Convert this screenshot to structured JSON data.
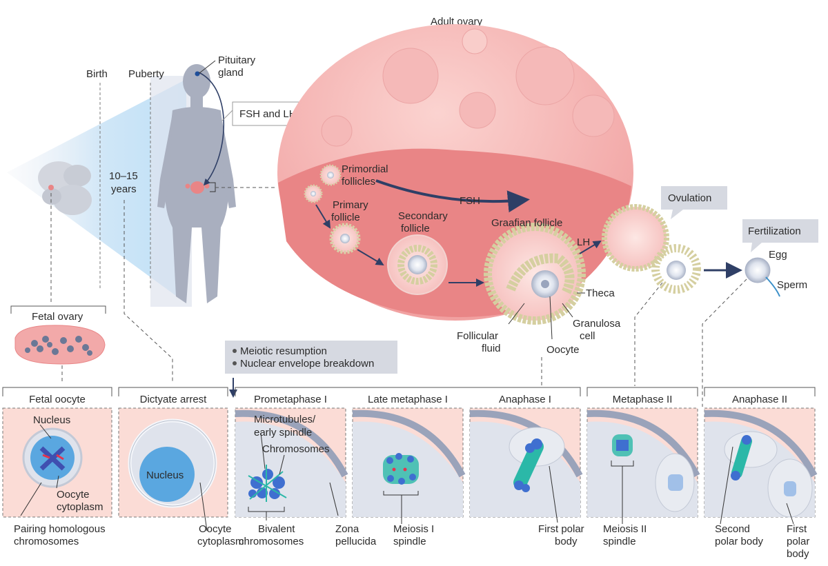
{
  "timeline": {
    "birth": "Birth",
    "puberty": "Puberty",
    "years_line1": "10–15",
    "years_line2": "years"
  },
  "body": {
    "pituitary_line1": "Pituitary",
    "pituitary_line2": "gland",
    "hormones": "FSH and LH"
  },
  "ovary": {
    "title": "Adult ovary",
    "primordial_line1": "Primordial",
    "primordial_line2": "follicles",
    "primary_line1": "Primary",
    "primary_line2": "follicle",
    "secondary_line1": "Secondary",
    "secondary_line2": "follicle",
    "graafian": "Graafian follicle",
    "fsh": "FSH",
    "lh": "LH",
    "theca": "Theca",
    "granulosa_line1": "Granulosa",
    "granulosa_line2": "cell",
    "follicular_line1": "Follicular",
    "follicular_line2": "fluid",
    "oocyte": "Oocyte"
  },
  "events": {
    "ovulation": "Ovulation",
    "fertilization": "Fertilization",
    "egg": "Egg",
    "sperm": "Sperm"
  },
  "fetal": {
    "ovary_title": "Fetal ovary"
  },
  "notes": {
    "item1": "Meiotic resumption",
    "item2": "Nuclear envelope breakdown"
  },
  "stages": [
    {
      "title": "Fetal oocyte"
    },
    {
      "title": "Dictyate arrest"
    },
    {
      "title": "Prometaphase I"
    },
    {
      "title": "Late metaphase I"
    },
    {
      "title": "Anaphase I"
    },
    {
      "title": "Metaphase II"
    },
    {
      "title": "Anaphase II"
    }
  ],
  "panel_labels": {
    "nucleus": "Nucleus",
    "oocyte_cytoplasm_line1": "Oocyte",
    "oocyte_cytoplasm_line2": "cytoplasm",
    "pairing_line1": "Pairing homologous",
    "pairing_line2": "chromosomes",
    "dictyate_nucleus": "Nucleus",
    "dictyate_cytoplasm_line1": "Oocyte",
    "dictyate_cytoplasm_line2": "cytoplasm",
    "microtubules_line1": "Microtubules/",
    "microtubules_line2": "early spindle",
    "chromosomes": "Chromosomes",
    "bivalent_line1": "Bivalent",
    "bivalent_line2": "chromosomes",
    "zona_line1": "Zona",
    "zona_line2": "pellucida",
    "meiosis1_line1": "Meiosis I",
    "meiosis1_line2": "spindle",
    "first_polar_line1": "First polar",
    "first_polar_line2": "body",
    "meiosis2_line1": "Meiosis II",
    "meiosis2_line2": "spindle",
    "second_polar_line1": "Second",
    "second_polar_line2": "polar body",
    "first_line1": "First",
    "first_line2": "polar",
    "first_line3": "body"
  },
  "colors": {
    "ovary": "#f2a9a9",
    "ovary_inner": "#e98586",
    "panel_bg": "#fbdcd6",
    "cell": "#dfe3ec",
    "nucleus": "#5aa7e0",
    "spindle": "#2bb8a8",
    "chromosome": "#3f6fd0",
    "gray_box": "#d6d9e1",
    "silhouette": "#a9afbf",
    "arrow": "#2f3f66"
  }
}
